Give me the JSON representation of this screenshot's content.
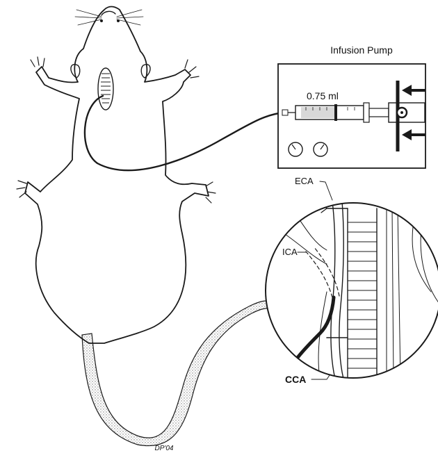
{
  "pump": {
    "title": "Infusion Pump",
    "volume": "0.75 ml"
  },
  "labels": {
    "eca": "ECA",
    "ica": "ICA",
    "cca": "CCA"
  },
  "signature": "DP'04"
}
